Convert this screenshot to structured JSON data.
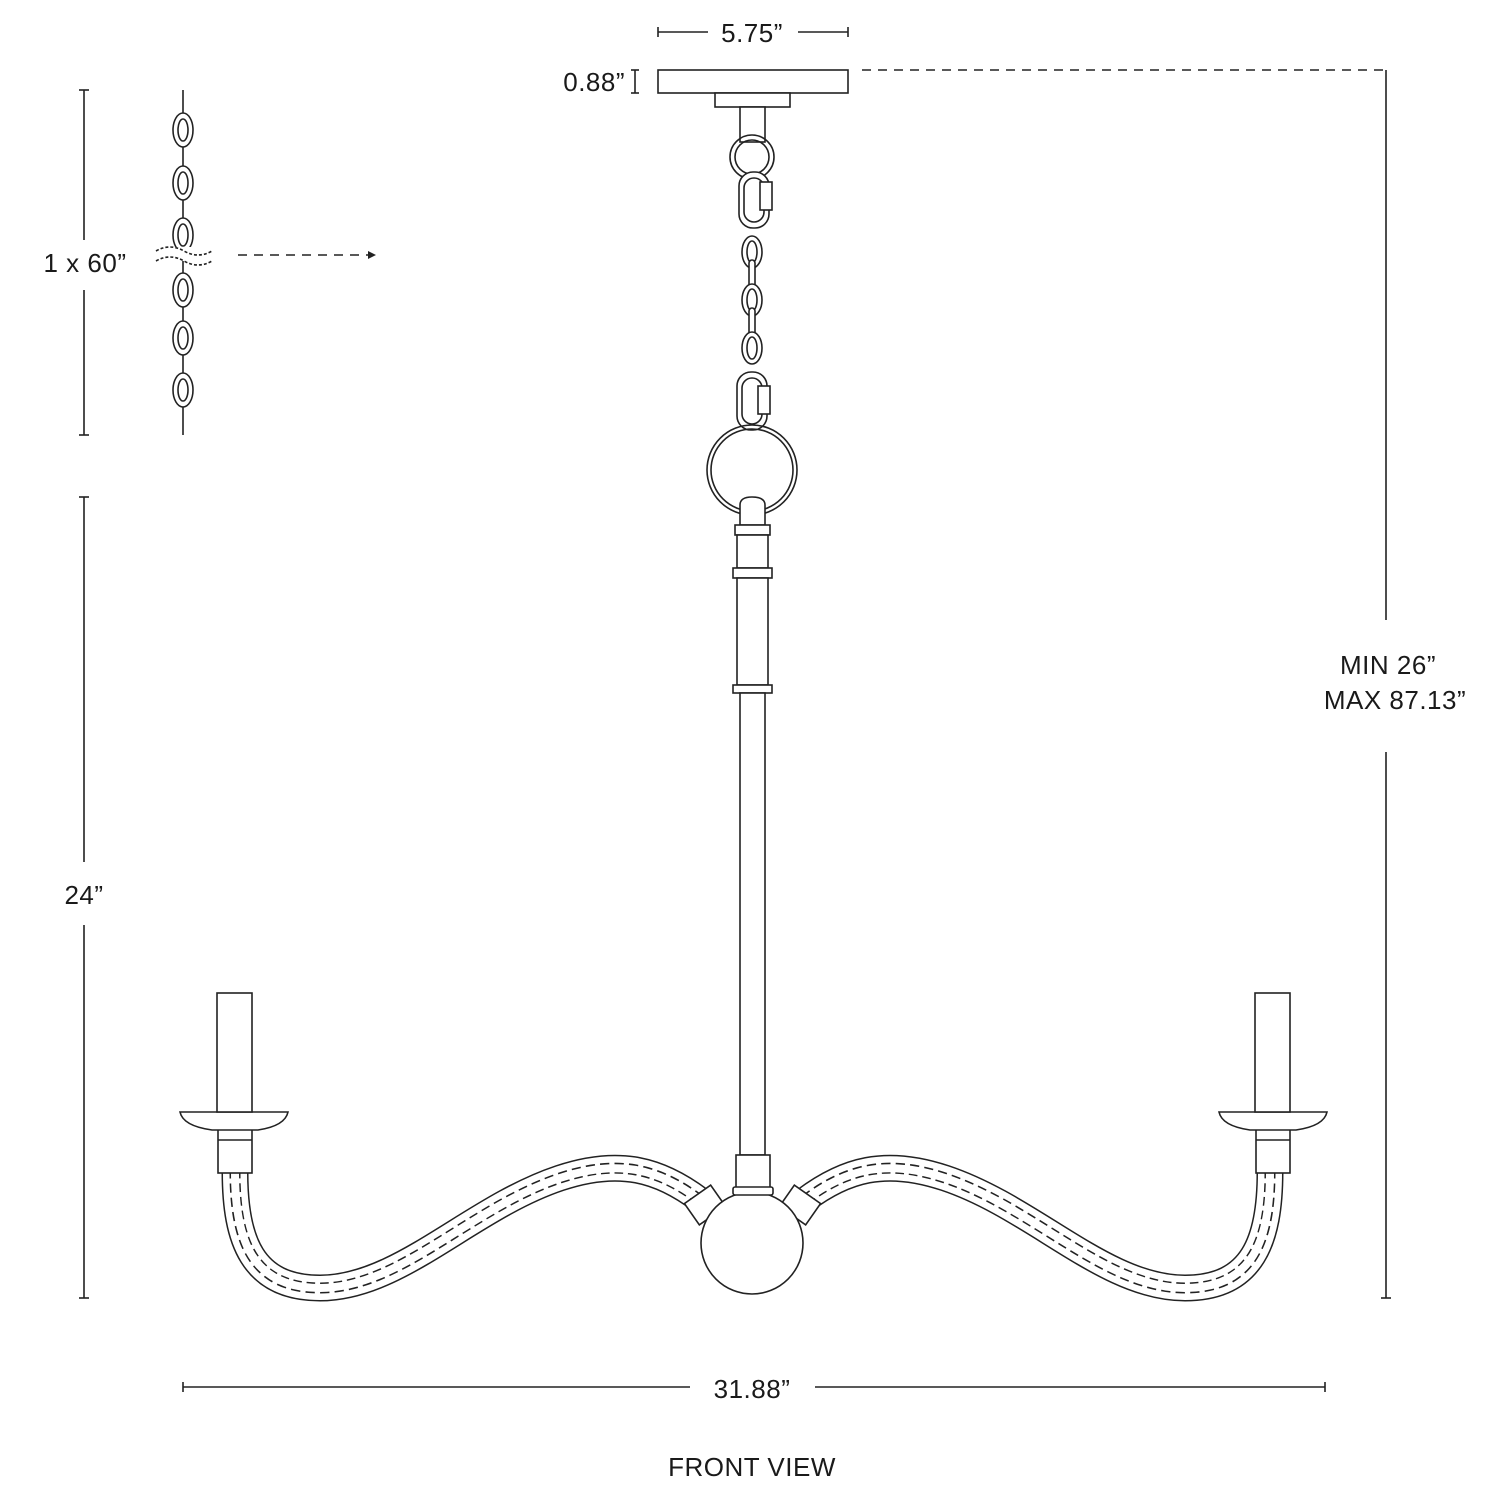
{
  "labels": {
    "canopy_width": "5.75”",
    "canopy_height": "0.88”",
    "chain": "1 x 60”",
    "body_height": "24”",
    "overall_min": "MIN 26”",
    "overall_max": "MAX 87.13”",
    "overall_width": "31.88”",
    "view_title": "FRONT VIEW"
  },
  "colors": {
    "line": "#222222",
    "background": "#ffffff"
  }
}
